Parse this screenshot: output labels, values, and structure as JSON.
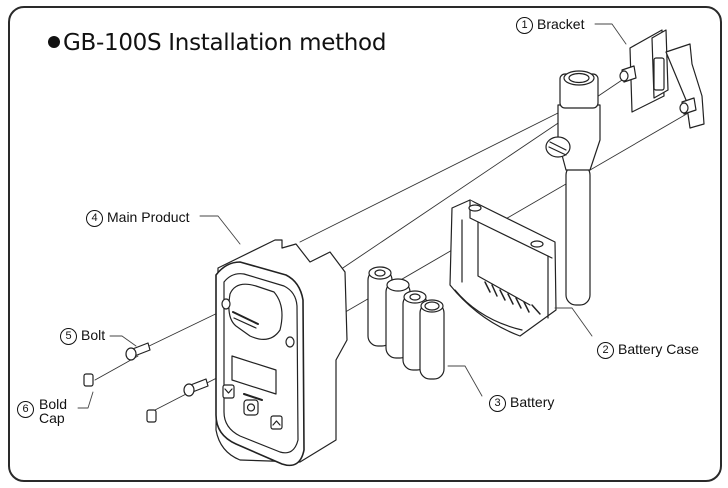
{
  "title": {
    "bullet": "●",
    "text": "GB-100S Installation method"
  },
  "parts": [
    {
      "number": "1",
      "name": "Bracket"
    },
    {
      "number": "2",
      "name": "Battery Case"
    },
    {
      "number": "3",
      "name": "Battery"
    },
    {
      "number": "4",
      "name": "Main Product"
    },
    {
      "number": "5",
      "name": "Bolt"
    },
    {
      "number": "6",
      "name": "Bold Cap",
      "lines": [
        "Bold",
        "Cap"
      ]
    }
  ]
}
